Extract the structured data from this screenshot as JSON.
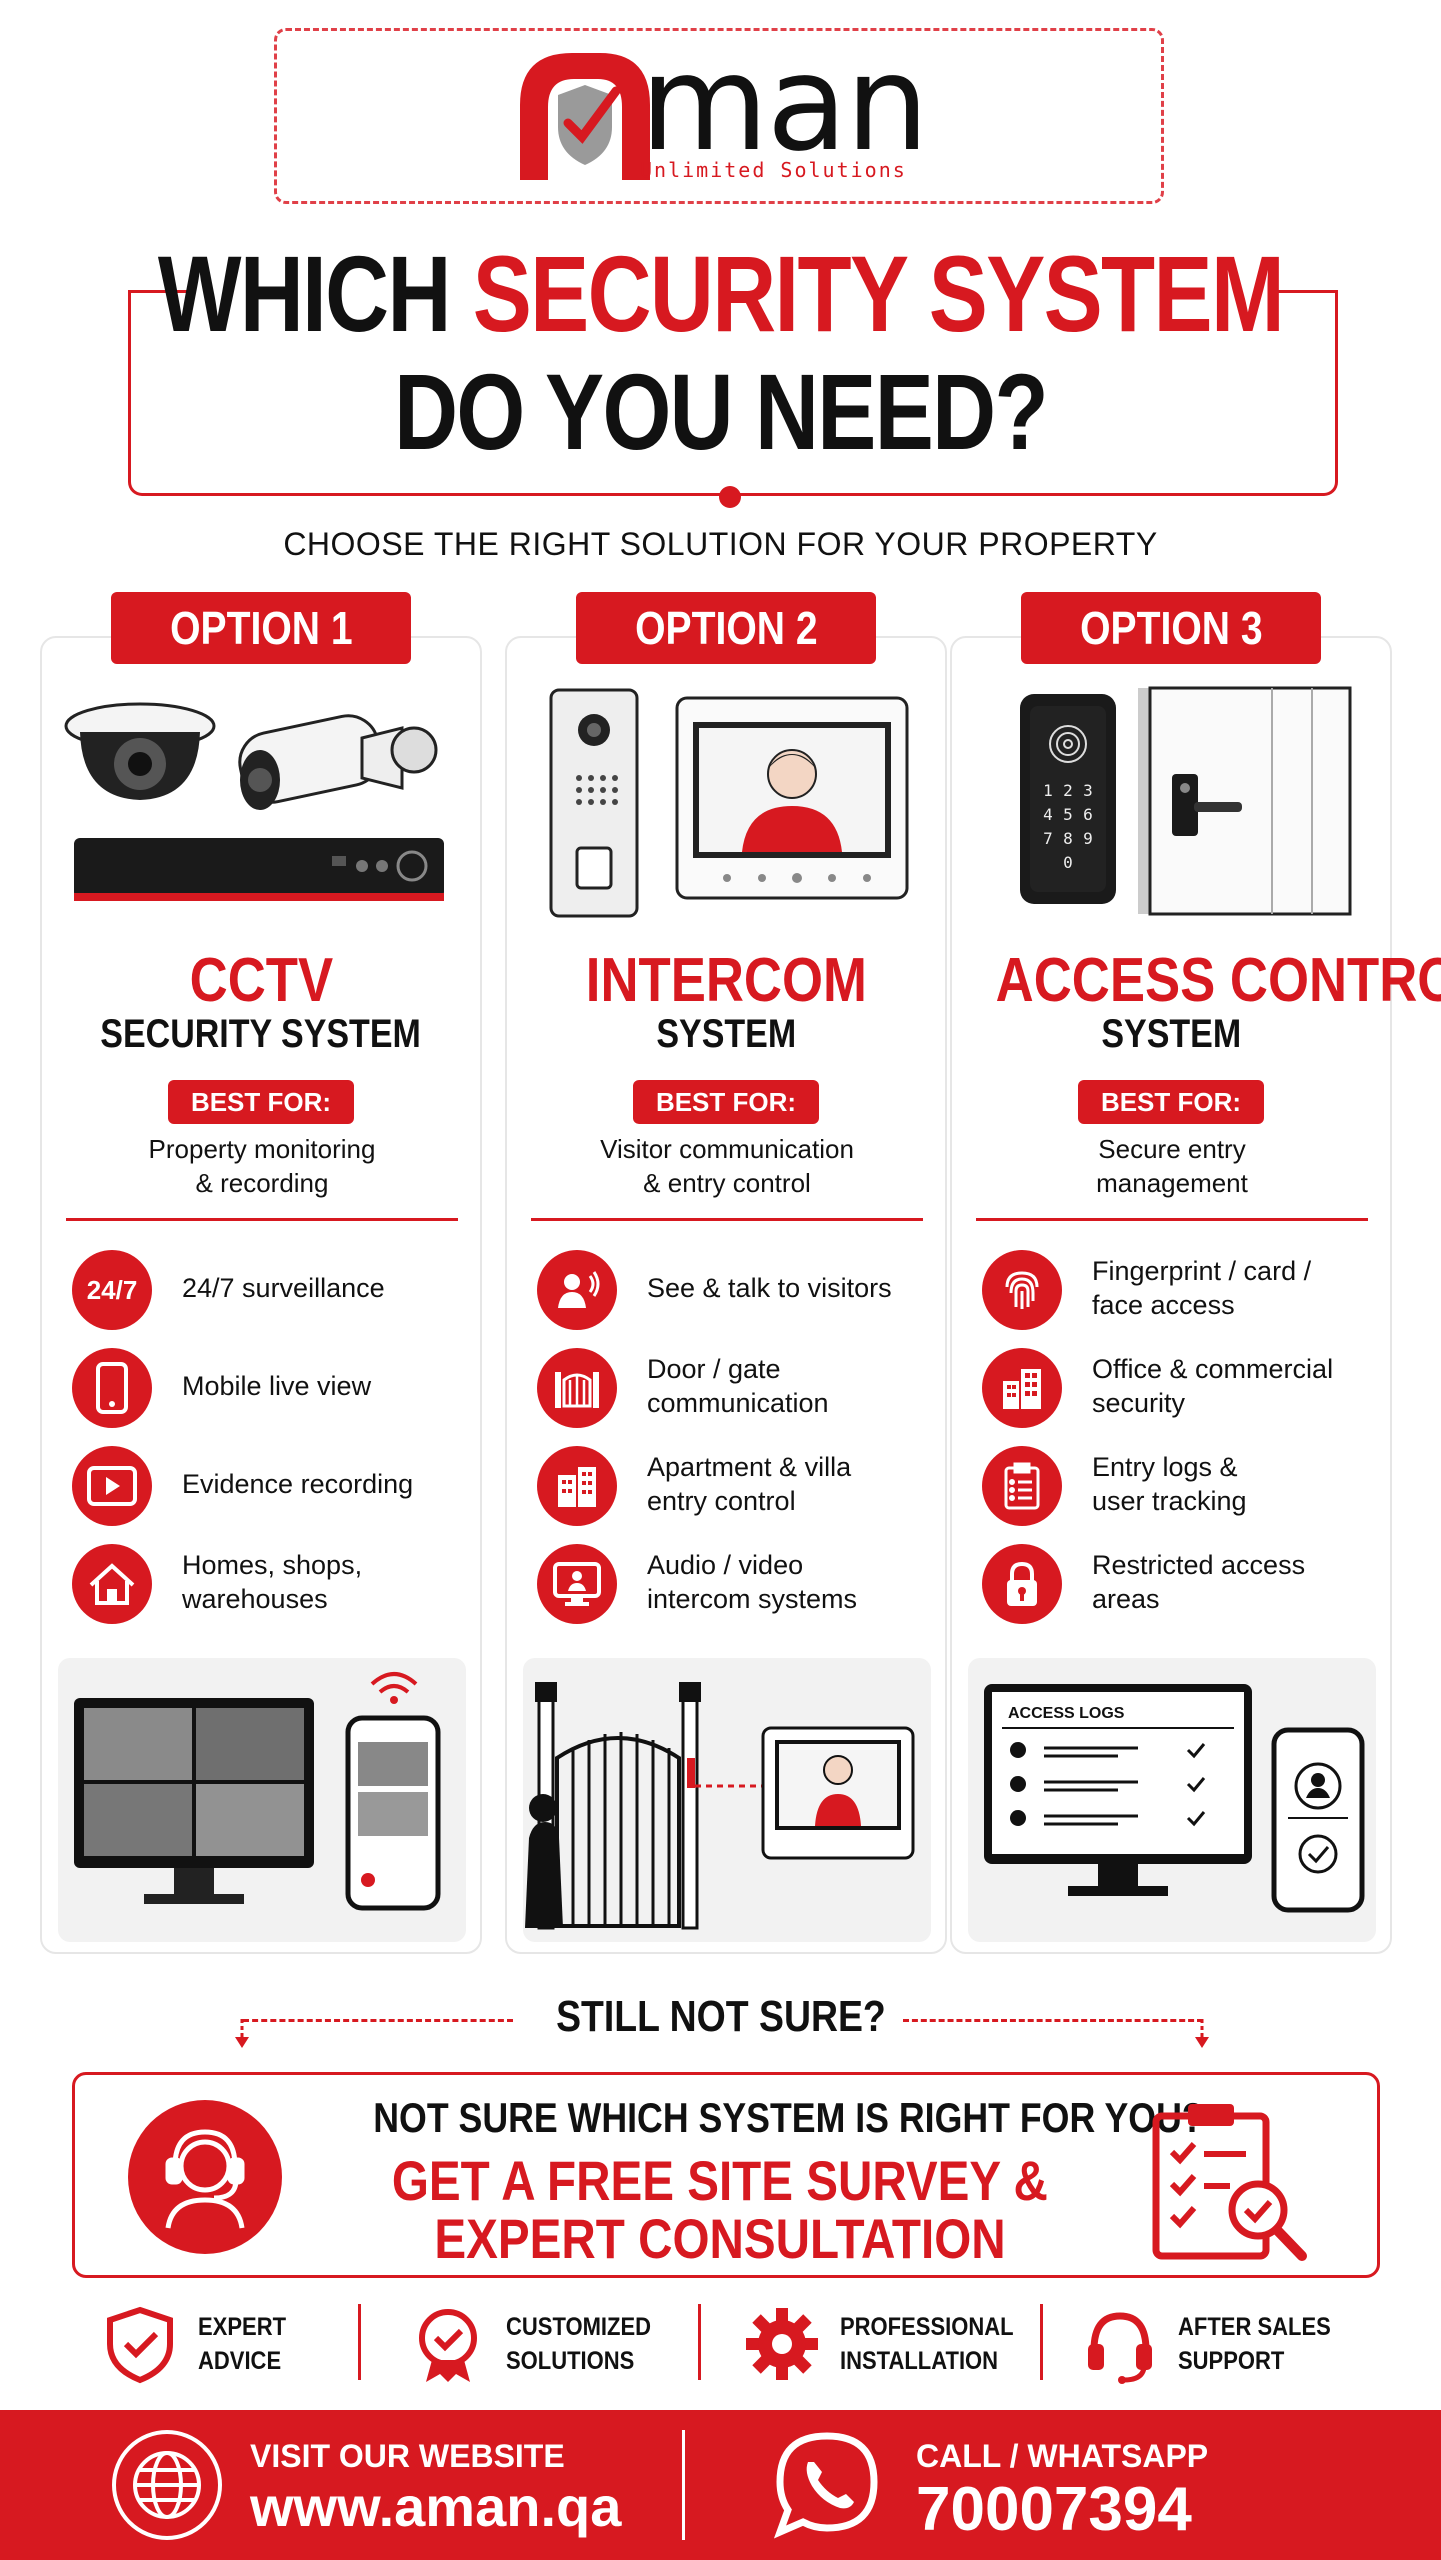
{
  "brand": {
    "name": "man",
    "tagline": "Unlimited Solutions"
  },
  "headline": {
    "line1_black": "WHICH",
    "line1_red": "SECURITY SYSTEM",
    "line2": "DO YOU NEED?"
  },
  "subtitle": "CHOOSE THE RIGHT SOLUTION FOR YOUR PROPERTY",
  "options": [
    {
      "tag": "OPTION 1",
      "title": "CCTV",
      "subtitle": "SECURITY SYSTEM",
      "best_for_label": "BEST FOR:",
      "best_for_line1": "Property monitoring",
      "best_for_line2": "& recording",
      "features": [
        {
          "icon": "24-7-icon",
          "icon_text": "24/7",
          "line1": "24/7 surveillance",
          "line2": ""
        },
        {
          "icon": "mobile-phone-icon",
          "line1": "Mobile live view",
          "line2": ""
        },
        {
          "icon": "video-play-icon",
          "line1": "Evidence recording",
          "line2": ""
        },
        {
          "icon": "house-icon",
          "line1": "Homes, shops,",
          "line2": "warehouses"
        }
      ]
    },
    {
      "tag": "OPTION 2",
      "title": "INTERCOM",
      "subtitle": "SYSTEM",
      "best_for_label": "BEST FOR:",
      "best_for_line1": "Visitor communication",
      "best_for_line2": "& entry control",
      "features": [
        {
          "icon": "visitor-talk-icon",
          "line1": "See & talk to visitors",
          "line2": ""
        },
        {
          "icon": "gate-icon",
          "line1": "Door / gate",
          "line2": "communication"
        },
        {
          "icon": "apartment-icon",
          "line1": "Apartment & villa",
          "line2": "entry control"
        },
        {
          "icon": "monitor-user-icon",
          "line1": "Audio / video",
          "line2": "intercom systems"
        }
      ]
    },
    {
      "tag": "OPTION 3",
      "title": "ACCESS CONTROL",
      "subtitle": "SYSTEM",
      "best_for_label": "BEST FOR:",
      "best_for_line1": "Secure entry",
      "best_for_line2": "management",
      "features": [
        {
          "icon": "fingerprint-icon",
          "line1": "Fingerprint / card /",
          "line2": "face access"
        },
        {
          "icon": "office-building-icon",
          "line1": "Office & commercial",
          "line2": "security"
        },
        {
          "icon": "clipboard-list-icon",
          "line1": "Entry logs &",
          "line2": "user tracking"
        },
        {
          "icon": "padlock-icon",
          "line1": "Restricted access",
          "line2": "areas"
        }
      ]
    }
  ],
  "scene_access_logs_label": "ACCESS LOGS",
  "still_not_sure": "STILL NOT SURE?",
  "cta": {
    "question": "NOT SURE WHICH SYSTEM IS RIGHT FOR YOU?",
    "line1": "GET A FREE SITE SURVEY &",
    "line2": "EXPERT CONSULTATION"
  },
  "perks": [
    {
      "icon": "shield-check-icon",
      "line1": "EXPERT",
      "line2": "ADVICE"
    },
    {
      "icon": "award-badge-icon",
      "line1": "CUSTOMIZED",
      "line2": "SOLUTIONS"
    },
    {
      "icon": "gear-icon",
      "line1": "PROFESSIONAL",
      "line2": "INSTALLATION"
    },
    {
      "icon": "headset-icon",
      "line1": "AFTER SALES",
      "line2": "SUPPORT"
    }
  ],
  "footer": {
    "website_label": "VISIT OUR WEBSITE",
    "website": "www.aman.qa",
    "phone_label": "CALL / WHATSAPP",
    "phone": "70007394"
  },
  "colors": {
    "accent": "#d71920",
    "text": "#111111",
    "panel": "#f2f2f2"
  }
}
